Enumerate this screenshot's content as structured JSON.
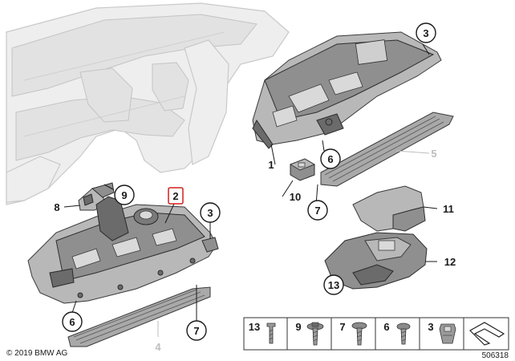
{
  "copyright": "© 2019 BMW AG",
  "diagram_number": "506318",
  "callouts": [
    {
      "id": "c1",
      "text": "1"
    },
    {
      "id": "c2",
      "text": "2"
    },
    {
      "id": "c3a",
      "text": "3"
    },
    {
      "id": "c3b",
      "text": "3"
    },
    {
      "id": "c4",
      "text": "4"
    },
    {
      "id": "c5",
      "text": "5"
    },
    {
      "id": "c6a",
      "text": "6"
    },
    {
      "id": "c6b",
      "text": "6"
    },
    {
      "id": "c7a",
      "text": "7"
    },
    {
      "id": "c7b",
      "text": "7"
    },
    {
      "id": "c8",
      "text": "8"
    },
    {
      "id": "c9",
      "text": "9"
    },
    {
      "id": "c10",
      "text": "10"
    },
    {
      "id": "c11",
      "text": "11"
    },
    {
      "id": "c12",
      "text": "12"
    },
    {
      "id": "c13",
      "text": "13"
    }
  ],
  "fastener_legend": [
    {
      "id": "f13",
      "text": "13"
    },
    {
      "id": "f9",
      "text": "9"
    },
    {
      "id": "f7",
      "text": "7"
    },
    {
      "id": "f6",
      "text": "6"
    },
    {
      "id": "f3",
      "text": "3"
    }
  ],
  "colors": {
    "highlight": "#d0201c",
    "ghost_label": "#bdbdbd"
  }
}
